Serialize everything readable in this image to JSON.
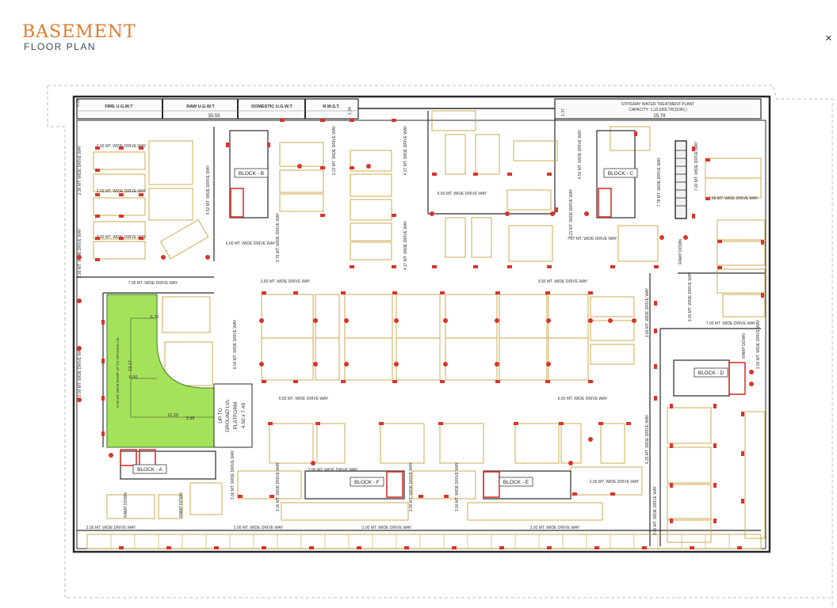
{
  "page": {
    "title": "BASEMENT",
    "subtitle": "FLOOR PLAN",
    "close_glyph": "✕"
  },
  "colors": {
    "title": "#e07a2c",
    "wall": "#2a2a2a",
    "slot": "#c9a23c",
    "column": "#d8342c",
    "ramp": "#a4e25a",
    "ramp_stroke": "#3f7a2a",
    "text": "#333333",
    "dim": "#555555"
  },
  "tanks": [
    {
      "label": "FIRE U.G.W.T"
    },
    {
      "label": "RAW U.G.W.T"
    },
    {
      "label": "DOMESTIC U.G.W.T"
    },
    {
      "label": "R.W.S.T."
    }
  ],
  "tank_dims": {
    "tank_width": "35.59",
    "stp_width": "25.79",
    "side_a": "4.35",
    "side_b": "1.34",
    "side_c": "1.37"
  },
  "stp": {
    "line1": "STP/GRAY WATER TREATMENT PLANT",
    "line2": "CAPACITY :1,10,000LTR(110KL)"
  },
  "blocks": [
    {
      "label": "BLOCK - A"
    },
    {
      "label": "BLOCK - B"
    },
    {
      "label": "BLOCK - C"
    },
    {
      "label": "BLOCK - D"
    },
    {
      "label": "BLOCK - E"
    },
    {
      "label": "BLOCK - F"
    }
  ],
  "drive_ways": [
    "2.00 MT. WIDE DRIVE WAY",
    "7.00 MT. WIDE DRIVE WAY",
    "6.00 MT. WIDE DRIVE WAY",
    "3.50 MT. WIDE DRIVE WAY",
    "6.50 MT. WIDE DRIVE WAY",
    "7.37 MT. WIDE DRIVE WAY",
    "4.52 MT. WIDE DRIVE WAY",
    "3.75 MT. WIDE DRIVE WAY",
    "3.23 MT. WIDE DRIVE WAY",
    "4.27 MT. WIDE DRIVE WAY",
    "5.21 MT. WIDE DRIVE WAY",
    "7.78 MT. WIDE DRIVE WAY",
    "4.25 MT. WIDE DRIVE WAY",
    "3.00 MT. WIDE DRIVE WAY",
    "3.66 MT. WIDE DRIVE WAY",
    "2.36 MT. WIDE DRIVE WAY",
    "6.00 MT. WIDE RAMP UP TO GROUND LVL",
    "RAMP DOWN"
  ],
  "platform": {
    "line1": "UP TO",
    "line2": "GROUND LVL",
    "line3": "PLATFORM",
    "line4": "4.50 x 7.49"
  },
  "ramp_dims": {
    "top": "6.75",
    "mid": "6.00",
    "bottom": "10.29",
    "side": "13.17",
    "inner": "3.98"
  }
}
